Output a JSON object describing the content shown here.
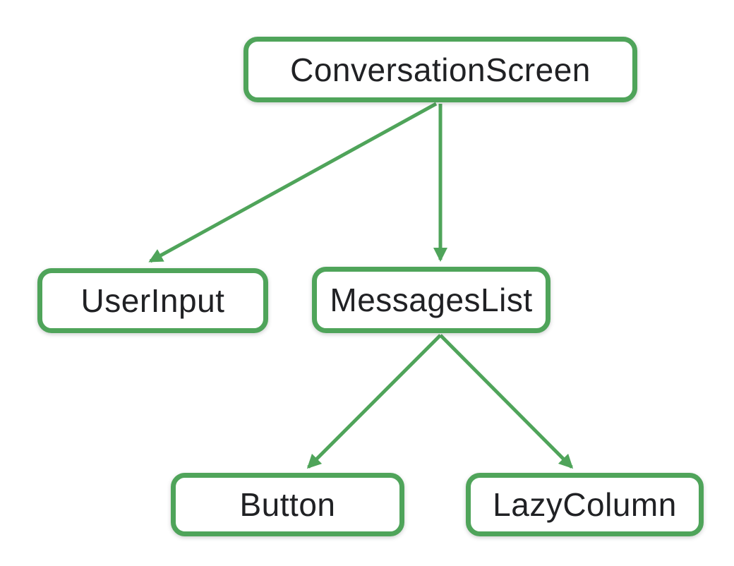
{
  "diagram": {
    "type": "tree",
    "description": "Compose UI hierarchy tree diagram",
    "nodes": [
      {
        "id": "conversation-screen",
        "label": "ConversationScreen"
      },
      {
        "id": "user-input",
        "label": "UserInput"
      },
      {
        "id": "messages-list",
        "label": "MessagesList"
      },
      {
        "id": "button",
        "label": "Button"
      },
      {
        "id": "lazy-column",
        "label": "LazyColumn"
      }
    ],
    "edges": [
      {
        "from": "ConversationScreen",
        "to": "UserInput"
      },
      {
        "from": "ConversationScreen",
        "to": "MessagesList"
      },
      {
        "from": "MessagesList",
        "to": "Button"
      },
      {
        "from": "MessagesList",
        "to": "LazyColumn"
      }
    ],
    "colors": {
      "accent_green": "#4FA45A",
      "text": "#202124",
      "background": "#ffffff"
    }
  }
}
